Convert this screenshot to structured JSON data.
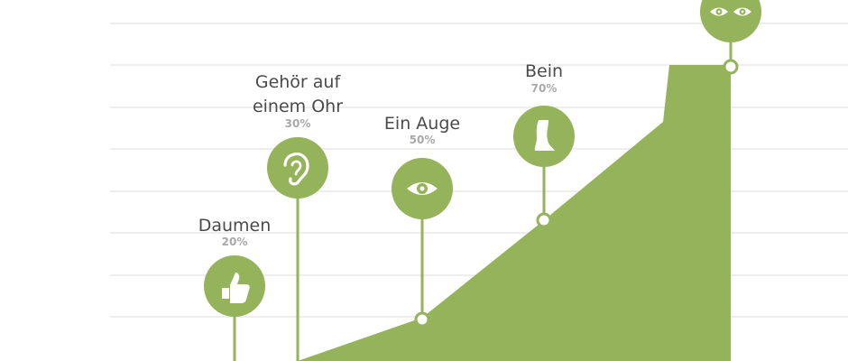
{
  "chart_data": {
    "type": "area",
    "grid": true,
    "colors": {
      "accent": "#94b35a",
      "grid": "#dddddd",
      "label": "#4a4a4a",
      "percent": "#a9a9a9"
    },
    "markers": [
      {
        "id": "daumen",
        "name": [
          "Daumen"
        ],
        "percent": "20%",
        "value": 20,
        "icon": "thumb-icon"
      },
      {
        "id": "gehoer",
        "name": [
          "Gehör auf",
          "einem Ohr"
        ],
        "percent": "30%",
        "value": 30,
        "icon": "ear-icon"
      },
      {
        "id": "auge",
        "name": [
          "Ein Auge"
        ],
        "percent": "50%",
        "value": 50,
        "icon": "eye-icon"
      },
      {
        "id": "bein",
        "name": [
          "Bein"
        ],
        "percent": "70%",
        "value": 70,
        "icon": "leg-icon"
      },
      {
        "id": "augen",
        "name": [],
        "percent": "",
        "value": 100,
        "icon": "two-eyes-icon"
      }
    ]
  }
}
